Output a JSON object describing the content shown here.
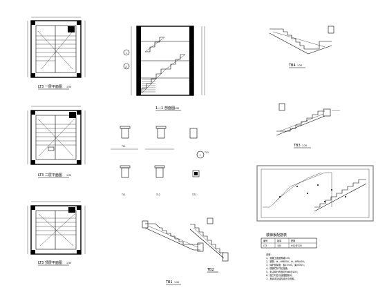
{
  "drawing_labels": {
    "plan_1": "LT3 一层平面图",
    "plan_2": "LT3 二层平面图",
    "plan_3": "LT3 顶层平面图",
    "plan_scale": "1:50",
    "section_1": "1—1 剖面图",
    "section_scale": "1:50",
    "tl1": "TL1",
    "tl2": "TL2",
    "tl3": "TL3",
    "tz1": "TZ1",
    "tb1": "TB1",
    "tb2": "TB2",
    "tb3": "TB3",
    "tb4": "TB4",
    "detail_scale": "1:20",
    "grid_axis_1": "1",
    "grid_axis_a": "A",
    "table_title": "楼梯板配筋表",
    "notes_title": "说明："
  },
  "table": {
    "headers": [
      "编号",
      "板厚",
      "配筋"
    ],
    "rows": [
      [
        "LT3",
        "180",
        "Φ12@100"
      ]
    ]
  },
  "notes": [
    "1、混凝土强度等级C30；",
    "2、钢筋：Φ—HPB300，Φ—HRB400；",
    "3、保护层厚度：板15mm，梁25mm；",
    "4、楼梯栏杆详见建施；",
    "5、未注明分布筋均为Φ8@200；",
    "6、施工时应与建施图核对；",
    "7、其余详见结构设计总说明。"
  ],
  "colors": {
    "line": "#000000",
    "background": "#ffffff",
    "frame_grey": "#777777"
  }
}
